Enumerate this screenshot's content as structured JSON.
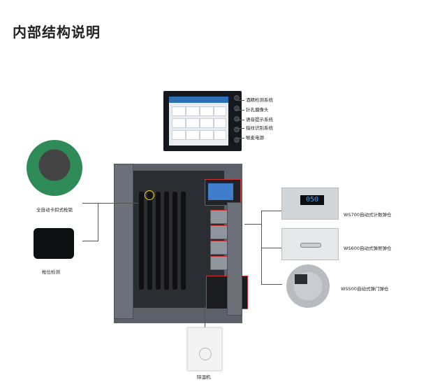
{
  "title": "内部结构说明",
  "monitor_callouts": [
    "酒精检测系统",
    "针孔摄像头",
    "语音提示系统",
    "指纹识别系统",
    "喉麦电源"
  ],
  "left_items": [
    "全自动卡扣式枪锁",
    "枪位检测"
  ],
  "right_items": [
    "WS700自动式计数弹仓",
    "WS600自动式弹屉弹仓",
    "WS500自动式弹门弹仓"
  ],
  "bottom_item": "除湿机",
  "display_value": "050",
  "colors": {
    "accent": "#cc3333",
    "cabinet": "#5c6068",
    "screen_blue": "#2f6fb6"
  }
}
